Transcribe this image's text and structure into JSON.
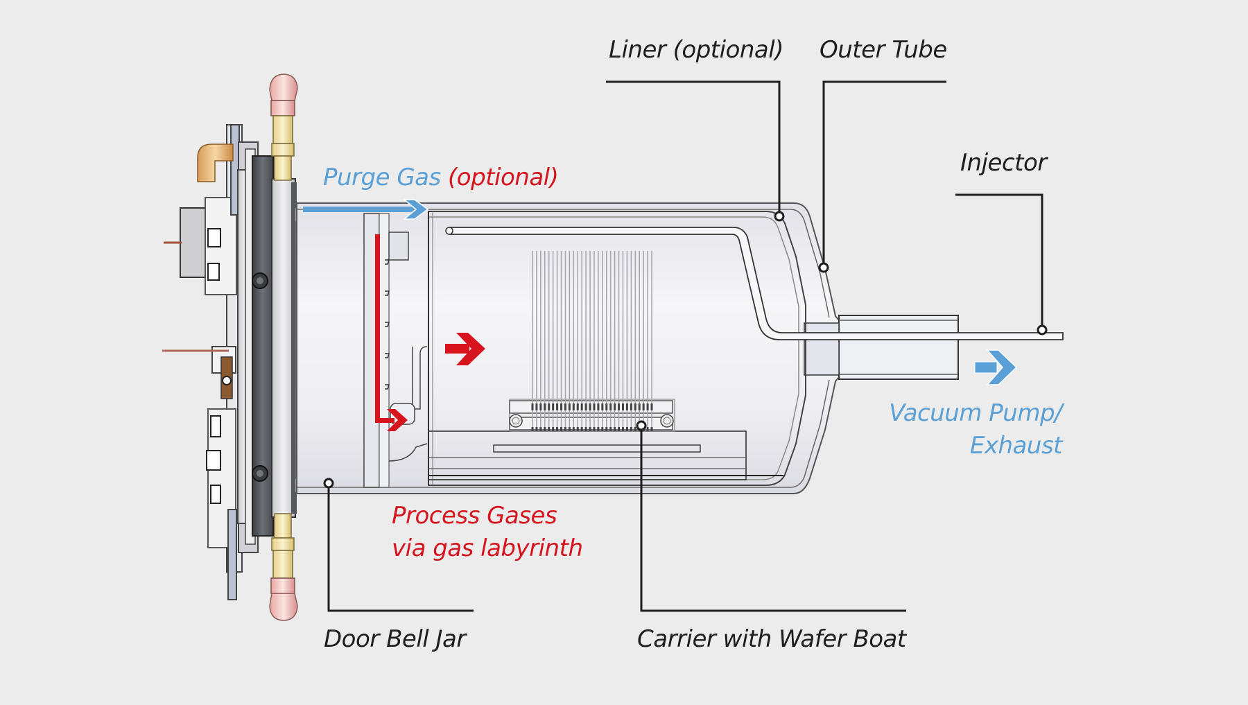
{
  "diagram": {
    "title": "Vertical furnace process tube cross-section",
    "colors": {
      "background": "#ececec",
      "leader": "#1e1e1e",
      "purge_blue": "#5aa0d6",
      "process_red": "#d7141e"
    },
    "labels": {
      "liner": "Liner (optional)",
      "outer_tube": "Outer Tube",
      "injector": "Injector",
      "purge_gas": "Purge Gas",
      "purge_optional": "(optional)",
      "vacuum_line1": "Vacuum Pump/",
      "vacuum_line2": "Exhaust",
      "process_line1": "Process Gases",
      "process_line2": "via gas labyrinth",
      "door_bell_jar": "Door Bell Jar",
      "carrier": "Carrier with Wafer Boat"
    },
    "icons": {
      "purge_flow": "arrow-right",
      "process_flow_labyrinth": "arrow-down-right",
      "process_flow_chamber": "arrow-right",
      "exhaust_flow": "arrow-right"
    },
    "wafer_count": 30
  }
}
